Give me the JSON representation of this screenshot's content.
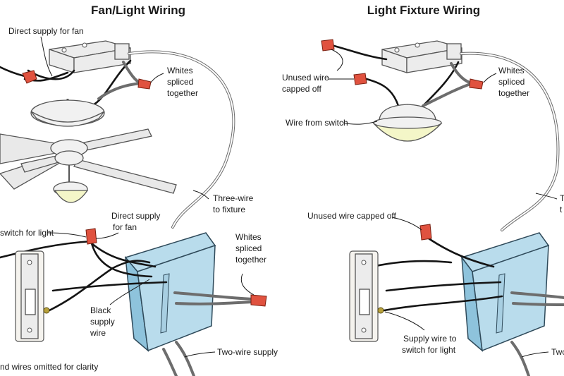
{
  "left_panel": {
    "title": "Fan/Light Wiring",
    "labels": {
      "direct_supply_fan_top": "Direct supply for fan",
      "whites_spliced_top": [
        "Whites",
        "spliced",
        "together"
      ],
      "three_wire": [
        "Three-wire",
        "to fixture"
      ],
      "direct_supply_fan": [
        "Direct supply",
        "for fan"
      ],
      "switch_for_light": "switch for light",
      "whites_spliced_bottom": [
        "Whites",
        "spliced",
        "together"
      ],
      "black_supply_wire": [
        "Black",
        "supply",
        "wire"
      ],
      "two_wire_supply": "Two-wire supply",
      "ground_note": "nd wires omitted for clarity"
    }
  },
  "right_panel": {
    "title": "Light Fixture Wiring",
    "labels": {
      "unused_wire_capped": [
        "Unused wire",
        "capped off"
      ],
      "whites_spliced": [
        "Whites",
        "spliced",
        "together"
      ],
      "wire_from_switch": "Wire from switch",
      "unused_wire_capped_off": "Unused wire capped off",
      "supply_wire_switch": [
        "Supply wire to",
        "switch for light"
      ],
      "two_wire_cut": "Two",
      "three_wire_cut": [
        "T",
        "t"
      ]
    }
  },
  "colors": {
    "junction_box": "#b9dcec",
    "wire_nut": "#e0523f",
    "light_glass": "#f4f6c8",
    "wire_black": "#141414",
    "wire_white": "#6d6d6d"
  }
}
